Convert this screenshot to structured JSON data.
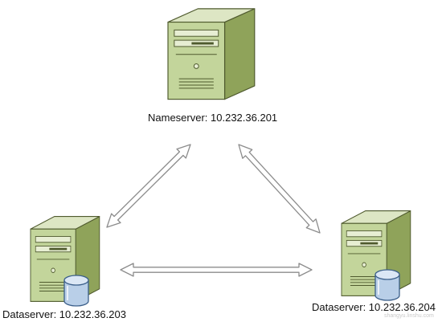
{
  "nodes": {
    "nameserver": {
      "label": "Nameserver: 10.232.36.201"
    },
    "dataserver_left": {
      "label": "Dataserver: 10.232.36.203"
    },
    "dataserver_right": {
      "label": "Dataserver: 10.232.36.204"
    }
  },
  "icons": {
    "server": "server-tower-icon",
    "database": "database-cylinder-icon",
    "arrow": "double-headed-arrow"
  },
  "colors": {
    "server_front": "#c2d69b",
    "server_side": "#8a9e54",
    "server_top": "#dfe8c7",
    "server_outline": "#4f5a2e",
    "database_fill": "#b7cde6",
    "database_outline": "#3b5f8a",
    "arrow_fill": "#ffffff",
    "arrow_outline": "#8c8c8c"
  },
  "watermark": {
    "line1": "",
    "line2": "shangyu.linshu.com"
  }
}
